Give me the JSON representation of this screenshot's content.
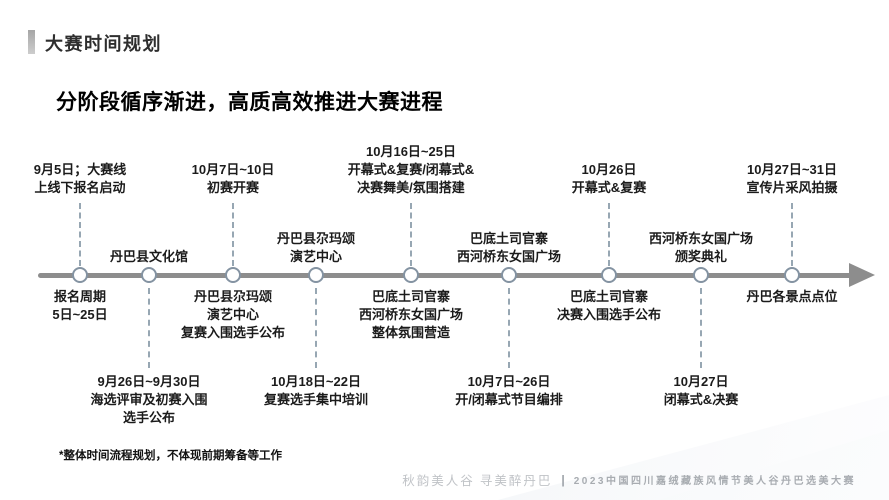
{
  "header": {
    "section_title": "大赛时间规划"
  },
  "main_title": "分阶段循序渐进，高质高效推进大赛进程",
  "timeline": {
    "direction": "left-to-right",
    "colors": {
      "line": "#8d8d8d",
      "node_border": "#8493a2",
      "dashed_connector": "#97a7b3",
      "label_text": "#1b1b1b"
    },
    "milestones": [
      {
        "top_date": "9月5日；大赛线\n上线下报名启动",
        "below_label": "报名周期\n5日~25日"
      },
      {
        "venue": "丹巴县文化馆",
        "bottom_date": "9月26日~9月30日\n海选评审及初赛入围\n选手公布"
      },
      {
        "top_date": "10月7日~10日\n初赛开赛",
        "below_label": "丹巴县尕玛颂\n演艺中心\n复赛入围选手公布"
      },
      {
        "venue": "丹巴县尕玛颂\n演艺中心",
        "bottom_date": "10月18日~22日\n复赛选手集中培训"
      },
      {
        "top_date": "10月16日~25日\n开幕式&复赛/闭幕式&\n决赛舞美/氛围搭建",
        "below_label": "巴底土司官寨\n西河桥东女国广场\n整体氛围营造"
      },
      {
        "venue": "巴底土司官寨\n西河桥东女国广场",
        "bottom_date": "10月7日~26日\n开/闭幕式节目编排"
      },
      {
        "top_date": "10月26日\n开幕式&复赛",
        "below_label": "巴底土司官寨\n决赛入围选手公布"
      },
      {
        "venue": "西河桥东女国广场\n颁奖典礼",
        "bottom_date": "10月27日\n闭幕式&决赛"
      },
      {
        "top_date": "10月27日~31日\n宣传片采风拍摄",
        "below_label": "丹巴各景点点位"
      }
    ]
  },
  "footnote": "*整体时间流程规划，不体现前期筹备等工作",
  "footer": {
    "slogan": "秋韵美人谷 寻美醉丹巴",
    "divider": "|",
    "event_name": "2023中国四川嘉绒藏族风情节美人谷丹巴选美大赛"
  }
}
